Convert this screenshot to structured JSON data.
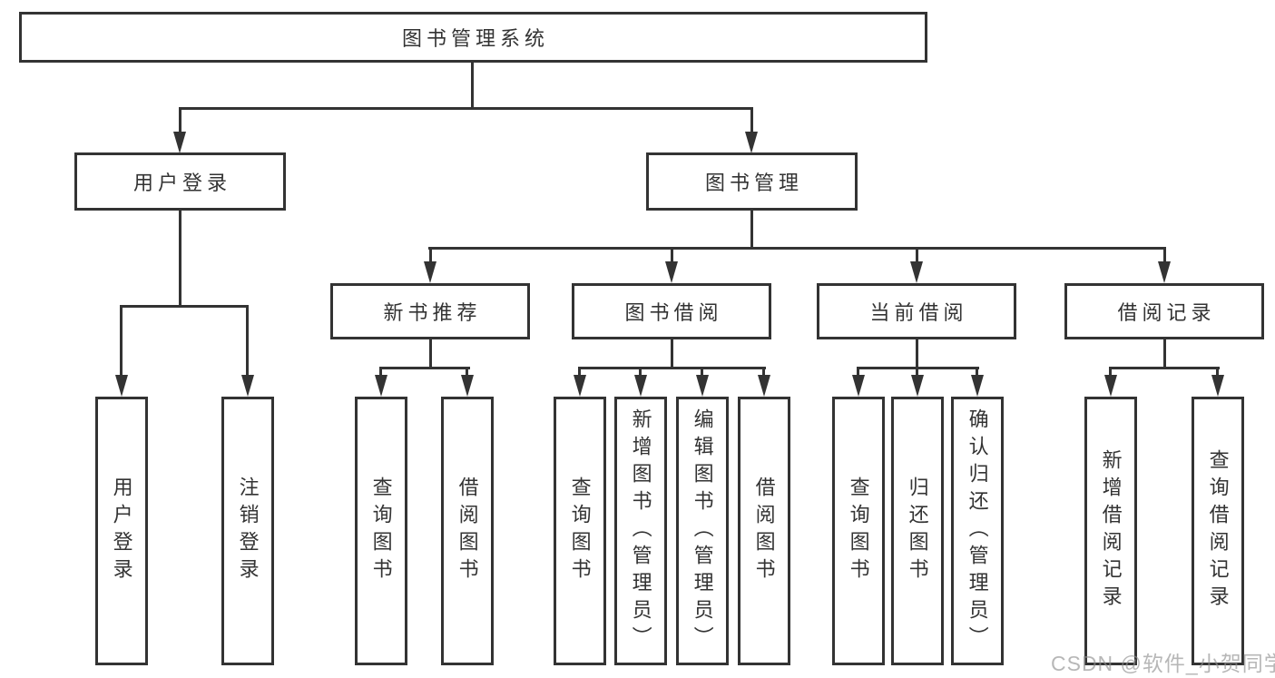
{
  "diagram": {
    "root": {
      "label": "图书管理系统"
    },
    "level2": [
      {
        "label": "用户登录",
        "parent": "图书管理系统"
      },
      {
        "label": "图书管理",
        "parent": "图书管理系统"
      }
    ],
    "level3": [
      {
        "label": "新书推荐",
        "parent": "图书管理"
      },
      {
        "label": "图书借阅",
        "parent": "图书管理"
      },
      {
        "label": "当前借阅",
        "parent": "图书管理"
      },
      {
        "label": "借阅记录",
        "parent": "图书管理"
      }
    ],
    "leaves": [
      {
        "label": "用户登录",
        "parent": "用户登录"
      },
      {
        "label": "注销登录",
        "parent": "用户登录"
      },
      {
        "label": "查询图书",
        "parent": "新书推荐"
      },
      {
        "label": "借阅图书",
        "parent": "新书推荐"
      },
      {
        "label": "查询图书",
        "parent": "图书借阅"
      },
      {
        "label": "新增图书（管理员）",
        "parent": "图书借阅"
      },
      {
        "label": "编辑图书（管理员）",
        "parent": "图书借阅"
      },
      {
        "label": "借阅图书",
        "parent": "图书借阅"
      },
      {
        "label": "查询图书",
        "parent": "当前借阅"
      },
      {
        "label": "归还图书",
        "parent": "当前借阅"
      },
      {
        "label": "确认归还（管理员）",
        "parent": "当前借阅"
      },
      {
        "label": "新增借阅记录",
        "parent": "借阅记录"
      },
      {
        "label": "查询借阅记录",
        "parent": "借阅记录"
      }
    ],
    "watermark": {
      "text": "CSDN @软件_小贺同学"
    },
    "colors": {
      "line": "#333333",
      "box_border": "#333333",
      "text": "#333333",
      "watermark": "#b5b5b5",
      "background": "#ffffff"
    }
  }
}
